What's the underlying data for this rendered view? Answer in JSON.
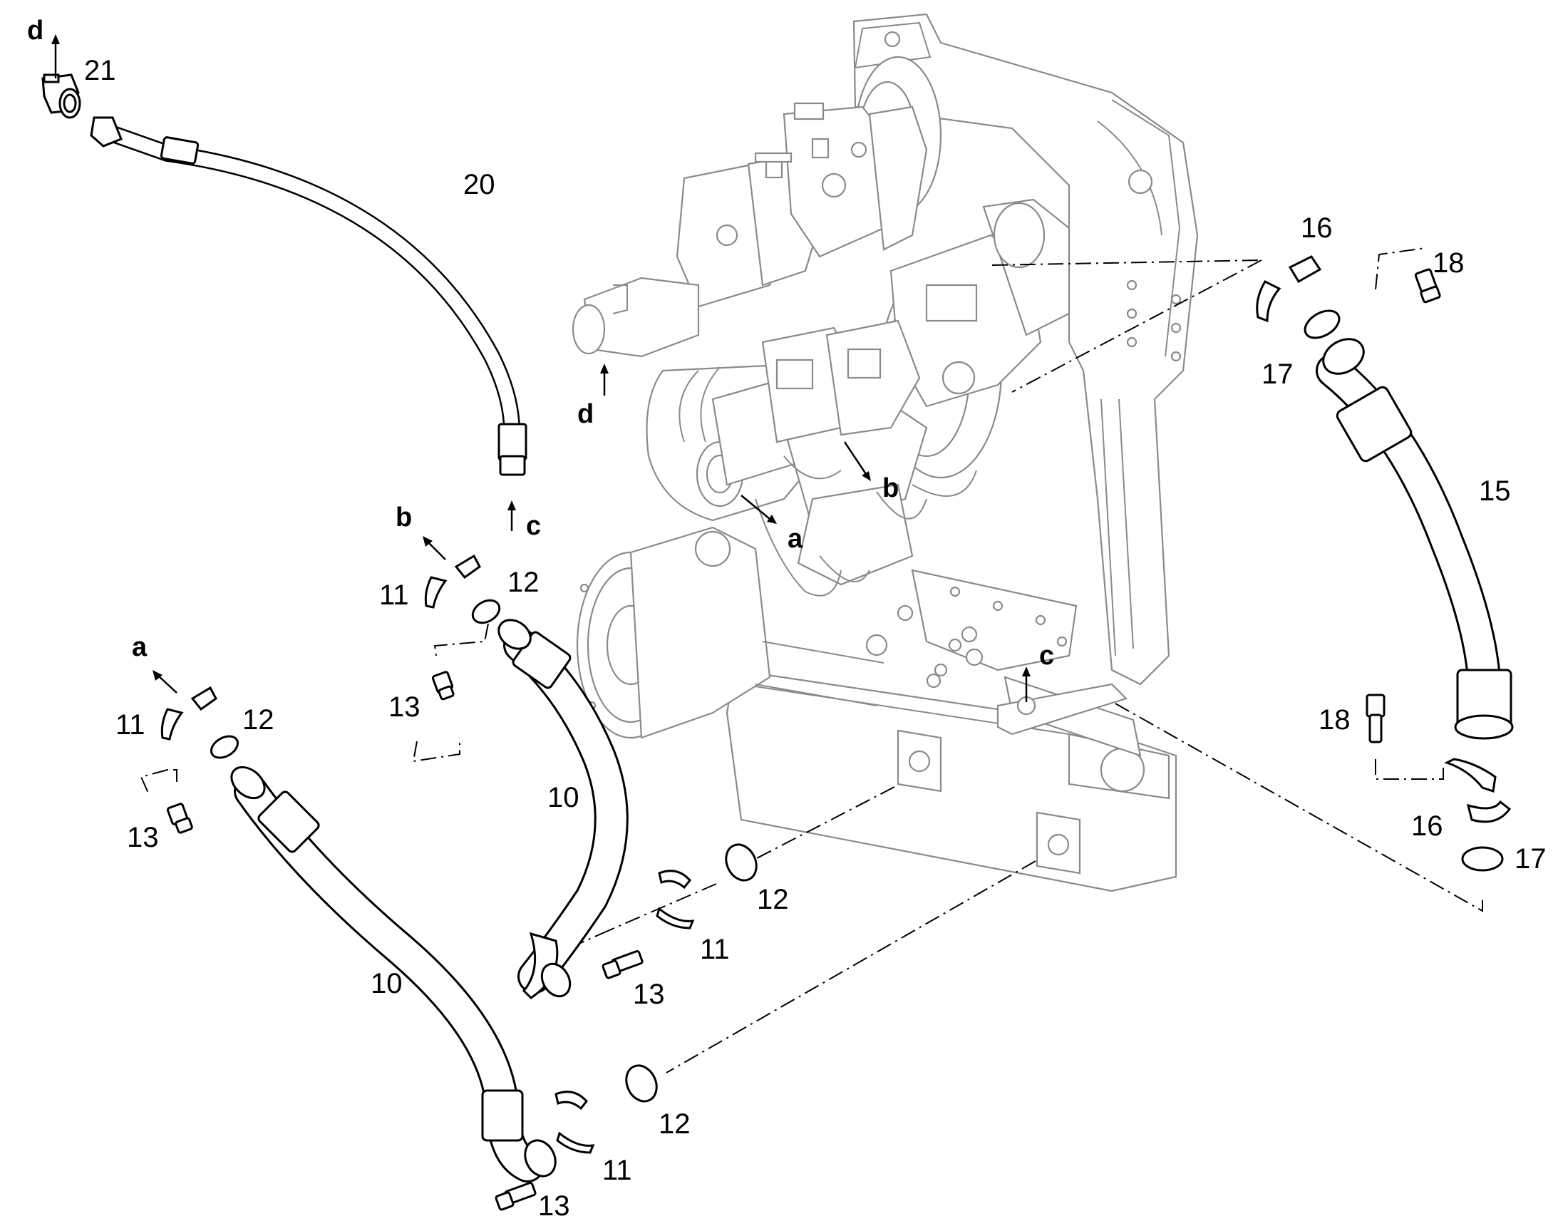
{
  "part_labels": {
    "p10_upper": "10",
    "p10_lower": "10",
    "p11_b": "11",
    "p11_a": "11",
    "p11_mid": "11",
    "p11_low": "11",
    "p12_b": "12",
    "p12_a": "12",
    "p12_mid": "12",
    "p12_low": "12",
    "p13_b": "13",
    "p13_a": "13",
    "p13_mid": "13",
    "p13_low": "13",
    "p15": "15",
    "p16_top": "16",
    "p16_bottom": "16",
    "p17_top": "17",
    "p17_bottom": "17",
    "p18_top": "18",
    "p18_bottom": "18",
    "p20": "20",
    "p21": "21"
  },
  "connection_labels": {
    "d_top": "d",
    "d_block": "d",
    "c_hose": "c",
    "c_block": "c",
    "b_clamp": "b",
    "b_block": "b",
    "a_clamp": "a",
    "a_block": "a"
  },
  "colors": {
    "line": "#000000",
    "ghost_line": "#8a8a8a",
    "background": "#ffffff"
  }
}
